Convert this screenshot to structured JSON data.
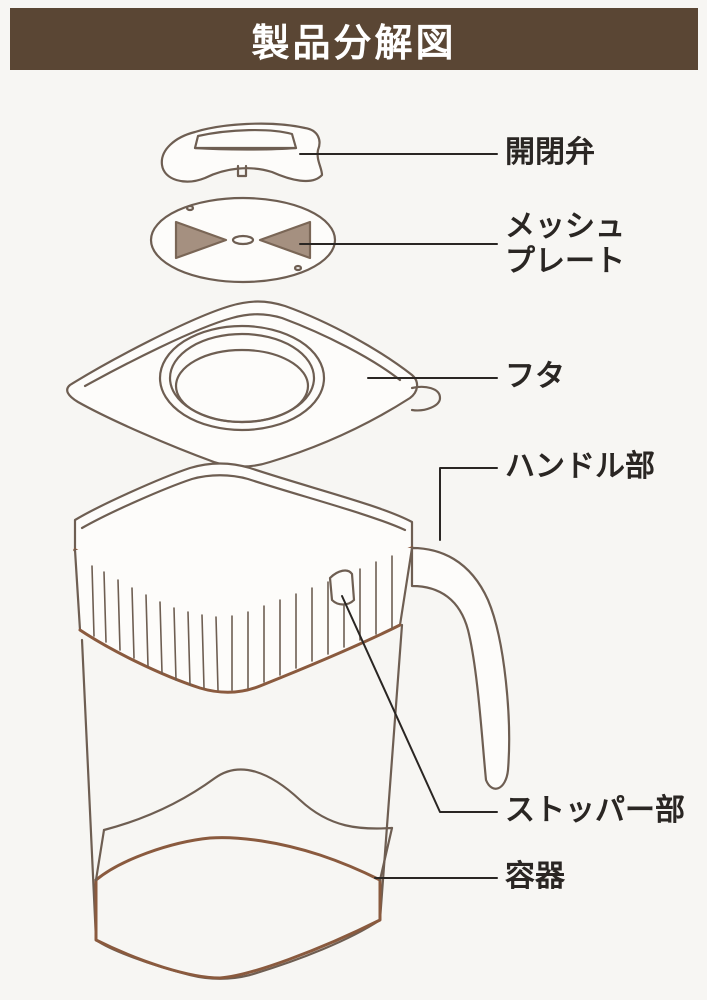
{
  "title": "製品分解図",
  "colors": {
    "title_bg": "#5a4634",
    "title_text": "#ffffff",
    "line": "#6e5e52",
    "accent": "#8a5a3e",
    "mesh": "#a59080",
    "background": "#f7f6f3"
  },
  "parts": [
    {
      "id": "valve",
      "label": "開閉弁"
    },
    {
      "id": "mesh-plate",
      "label_line1": "メッシュ",
      "label_line2": "プレート"
    },
    {
      "id": "lid",
      "label": "フタ"
    },
    {
      "id": "handle",
      "label": "ハンドル部"
    },
    {
      "id": "stopper",
      "label": "ストッパー部"
    },
    {
      "id": "container",
      "label": "容器"
    }
  ]
}
